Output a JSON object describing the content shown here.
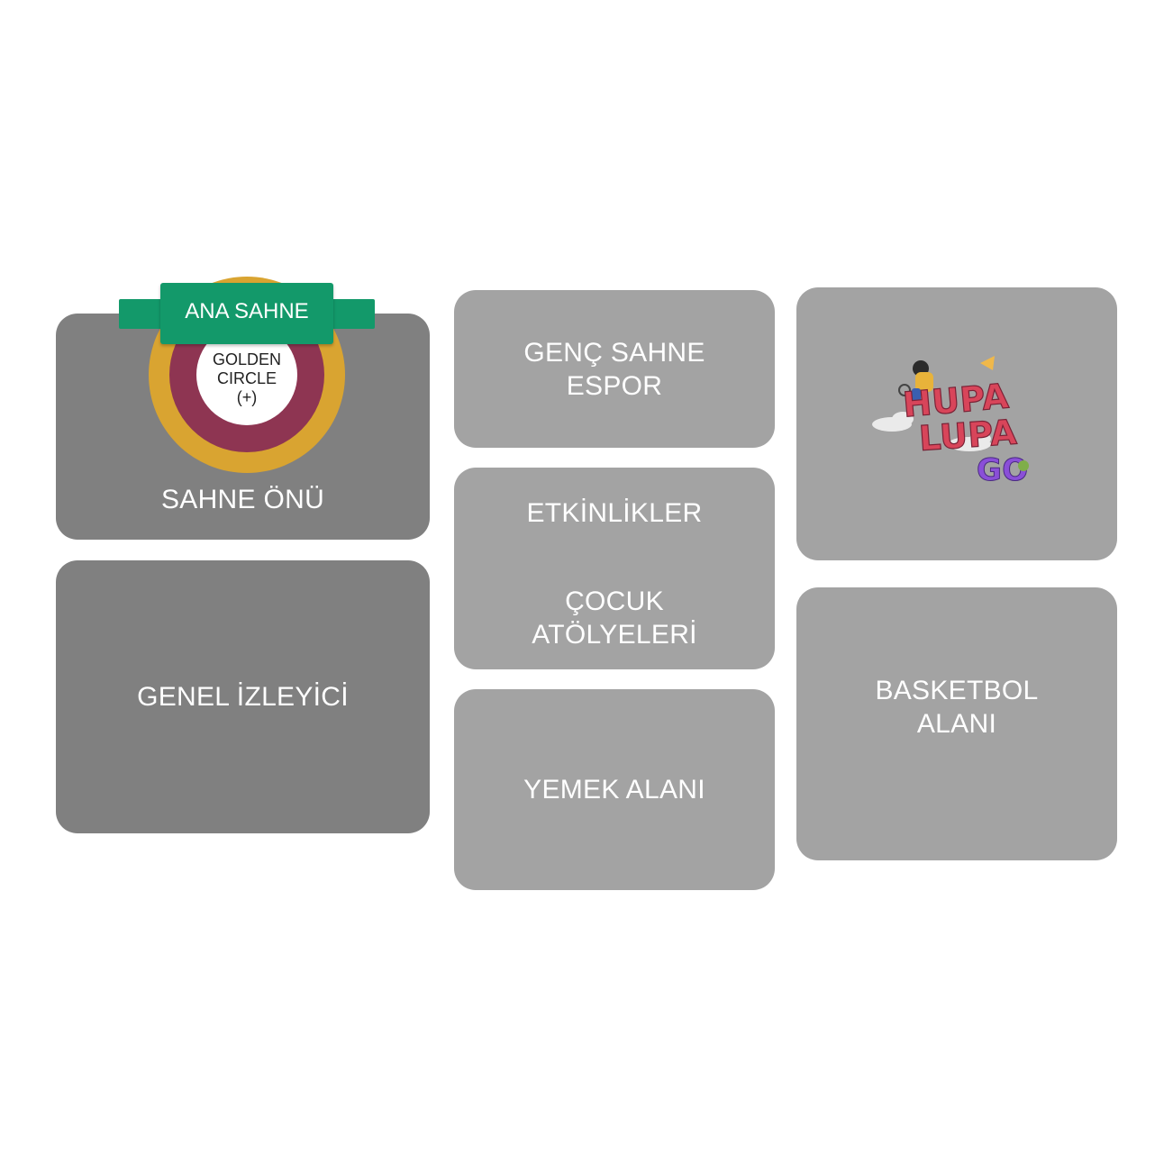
{
  "zones": {
    "ana_sahne": "ANA SAHNE",
    "golden_circle": {
      "line1": "GOLDEN",
      "line2": "CIRCLE",
      "line3": "(+)"
    },
    "sahne_onu": "SAHNE ÖNÜ",
    "genel_izleyici": "GENEL İZLEYİCİ",
    "genc_sahne": "GENÇ SAHNE\nESPOR",
    "etkinlikler": "ETKİNLİKLER",
    "cocuk_atolyeleri": "ÇOCUK\nATÖLYELERİ",
    "yemek_alani": "YEMEK ALANI",
    "basketbol": "BASKETBOL\nALANI"
  },
  "logo": {
    "line1": "HUPA",
    "line2": "LUPA",
    "line3": "GO"
  },
  "colors": {
    "dark_zone": "#808080",
    "light_zone": "#a3a3a3",
    "banner_green": "#13996a",
    "gold_ring": "#d9a431",
    "maroon_ring": "#8e3552",
    "logo_red": "#d8455a",
    "logo_purple": "#8a4fd8"
  }
}
